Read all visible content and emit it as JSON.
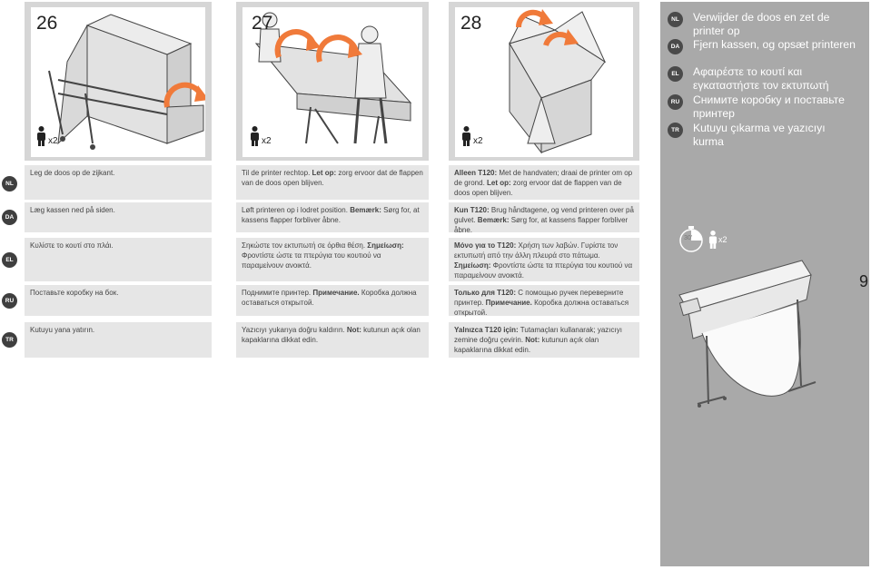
{
  "steps": [
    {
      "number": "26",
      "people": "x2"
    },
    {
      "number": "27",
      "people": "x2"
    },
    {
      "number": "28",
      "people": "x2"
    }
  ],
  "header": {
    "NL": {
      "badge": "NL",
      "text": "Verwijder de doos en zet de printer op"
    },
    "DA": {
      "badge": "DA",
      "text": "Fjern kassen, og opsæt printeren"
    },
    "EL": {
      "badge": "EL",
      "text": "Αφαιρέστε το κουτί και εγκαταστήστε τον εκτυπωτή"
    },
    "RU": {
      "badge": "RU",
      "text": "Снимите коробку и поставьте принтер"
    },
    "TR": {
      "badge": "TR",
      "text": "Kutuyu çıkarma ve yazıcıyı kurma"
    }
  },
  "rows": [
    {
      "badge": "NL",
      "c1": "Leg de doos op de zijkant.",
      "c2_pre": "Til de printer rechtop. ",
      "c2_bold": "Let op:",
      "c2_post": " zorg ervoor dat de flappen van de doos open blijven.",
      "c3_bold": "Alleen T120:",
      "c3_mid": " Met de handvaten; draai de printer om op de grond. ",
      "c3_bold2": "Let op:",
      "c3_post": " zorg ervoor dat de flappen van de doos open blijven."
    },
    {
      "badge": "DA",
      "c1": "Læg kassen ned på siden.",
      "c2_pre": "Løft printeren op i lodret position. ",
      "c2_bold": "Bemærk:",
      "c2_post": " Sørg for, at kassens flapper forbliver åbne.",
      "c3_bold": "Kun T120:",
      "c3_mid": " Brug håndtagene, og vend printeren over på gulvet. ",
      "c3_bold2": "Bemærk:",
      "c3_post": " Sørg for, at kassens flapper forbliver åbne."
    },
    {
      "badge": "EL",
      "c1": "Κυλίστε το κουτί στο πλάι.",
      "c2_pre": "Σηκώστε τον εκτυπωτή σε όρθια θέση. ",
      "c2_bold": "Σημείωση:",
      "c2_post": " Φροντίστε ώστε τα πτερύγια του κουτιού να παραμείνουν ανοικτά.",
      "c3_bold": "Μόνο για το T120:",
      "c3_mid": " Χρήση των λαβών. Γυρίστε τον εκτυπωτή από την άλλη πλευρά στο πάτωμα. ",
      "c3_bold2": "Σημείωση:",
      "c3_post": " Φροντίστε ώστε τα πτερύγια του κουτιού να παραμείνουν ανοικτά."
    },
    {
      "badge": "RU",
      "c1": "Поставьте коробку на бок.",
      "c2_pre": "Поднимите принтер. ",
      "c2_bold": "Примечание.",
      "c2_post": " Коробка должна оставаться открытой.",
      "c3_bold": "Только для T120:",
      "c3_mid": " С помощью ручек переверните принтер. ",
      "c3_bold2": "Примечание.",
      "c3_post": " Коробка должна оставаться открытой."
    },
    {
      "badge": "TR",
      "c1": "Kutuyu yana yatırın.",
      "c2_pre": "Yazıcıyı yukarıya doğru kaldırın. ",
      "c2_bold": "Not:",
      "c2_post": " kutunun açık olan kapaklarına dikkat edin.",
      "c3_bold": "Yalnızca T120 için:",
      "c3_mid": " Tutamaçları kullanarak; yazıcıyı zemine doğru çevirin. ",
      "c3_bold2": "Not:",
      "c3_post": " kutunun açık olan kapaklarına dikkat edin."
    }
  ],
  "timer": {
    "minutes": "30'",
    "people": "x2"
  },
  "page_number": "9",
  "colors": {
    "panel": "#d6d6d6",
    "sidebar": "#a9a9a9",
    "row_bg": "#e6e6e6",
    "arrow": "#f07a3a",
    "badge": "#3f3f3f"
  }
}
